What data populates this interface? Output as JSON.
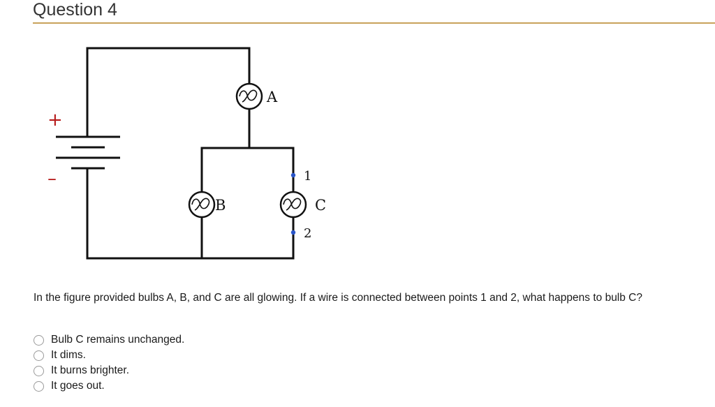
{
  "question": {
    "title": "Question 4",
    "prompt": "In the figure provided bulbs A, B, and C are all glowing. If a wire is connected between points 1 and 2, what happens to bulb C?"
  },
  "figure": {
    "battery": {
      "plus": "+",
      "minus": "–"
    },
    "bulbs": {
      "a": "A",
      "b": "B",
      "c": "C"
    },
    "points": {
      "p1": "1",
      "p2": "2"
    }
  },
  "options": [
    {
      "label": "Bulb C remains unchanged.",
      "selected": false
    },
    {
      "label": "It dims.",
      "selected": false
    },
    {
      "label": "It burns brighter.",
      "selected": false
    },
    {
      "label": "It goes out.",
      "selected": false
    }
  ],
  "colors": {
    "accent_rule": "#c8a25a",
    "battery_sign": "#b71c1c",
    "point_marker": "#2a55c9"
  }
}
